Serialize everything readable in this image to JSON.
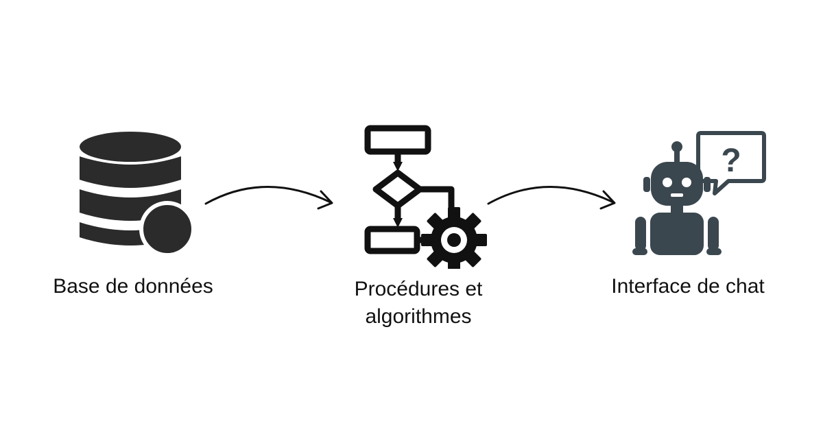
{
  "nodes": [
    {
      "id": "database",
      "icon": "database-icon",
      "label": "Base de données"
    },
    {
      "id": "procedures",
      "icon": "flowchart-gear-icon",
      "label_lines": [
        "Procédures et",
        "algorithmes"
      ]
    },
    {
      "id": "chat",
      "icon": "chatbot-icon",
      "label": "Interface de chat",
      "bubble_text": "?"
    }
  ],
  "edges": [
    {
      "from": "database",
      "to": "procedures"
    },
    {
      "from": "procedures",
      "to": "chat"
    }
  ],
  "colors": {
    "database": "#2b2b2b",
    "flowchart": "#111111",
    "robot": "#3b474f",
    "text": "#111111",
    "background": "#ffffff"
  }
}
